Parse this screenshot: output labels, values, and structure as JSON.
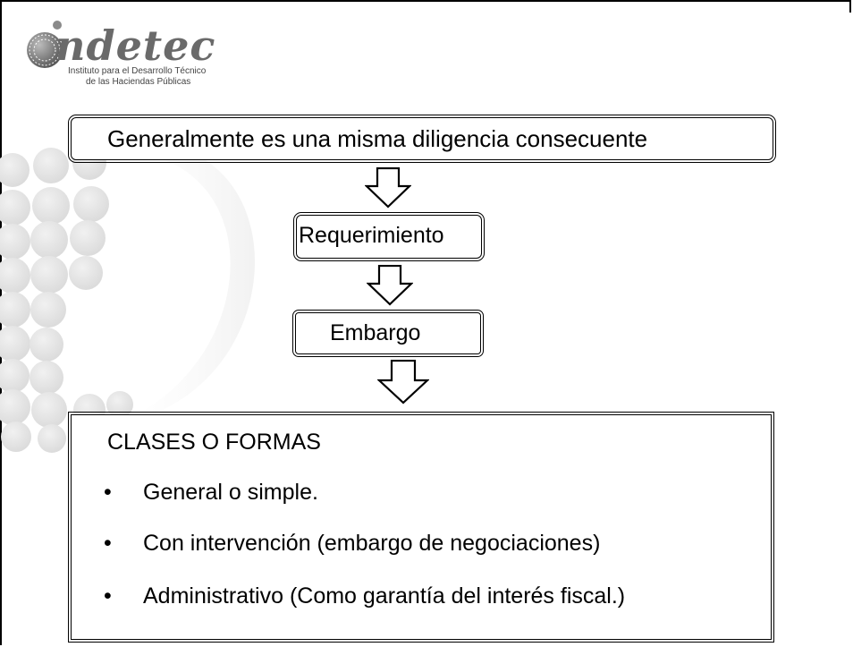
{
  "logo": {
    "brand": "ndetec",
    "tagline_line1": "Instituto para el Desarrollo Técnico",
    "tagline_line2": "de las Haciendas Públicas"
  },
  "flow": {
    "step1": "Generalmente es una misma diligencia consecuente",
    "step2": "Requerimiento",
    "step3": "Embargo"
  },
  "classes": {
    "title": "CLASES O FORMAS",
    "bullet_symbol": "•",
    "items": [
      "General o simple.",
      "Con intervención (embargo de negociaciones)",
      "Administrativo (Como garantía del interés fiscal.)"
    ]
  },
  "colors": {
    "logo_text": "#6a6a6a",
    "deco_circle": "#e6e6e6",
    "border": "#000000"
  }
}
